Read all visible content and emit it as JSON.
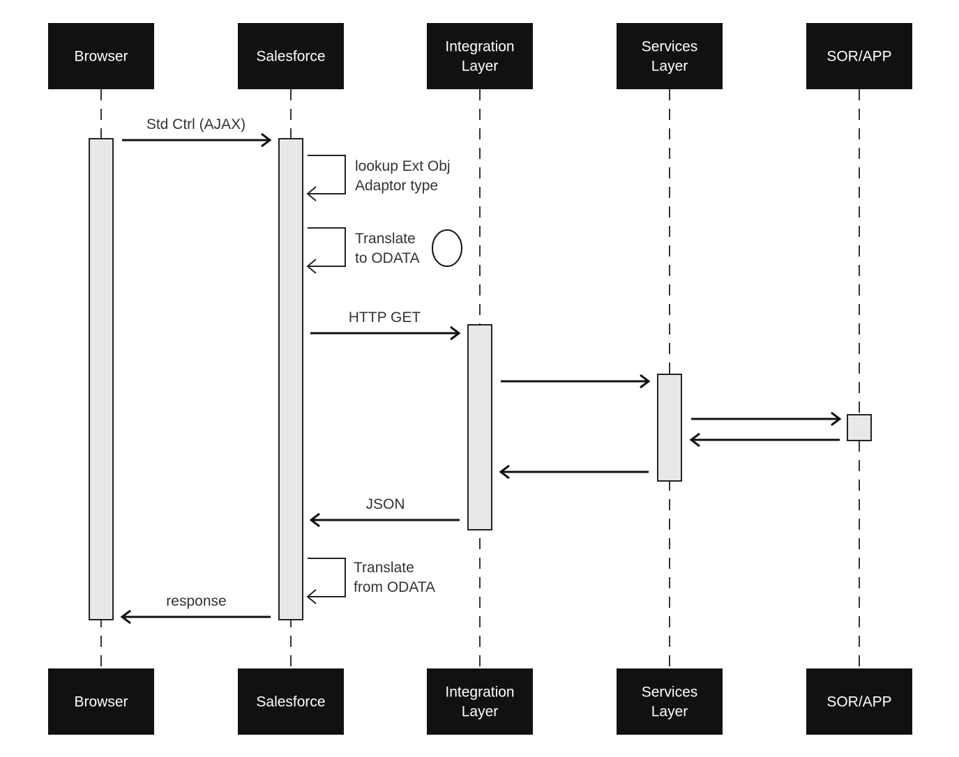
{
  "diagram": {
    "type": "sequence",
    "participants": [
      {
        "id": "browser",
        "label_lines": [
          "Browser"
        ]
      },
      {
        "id": "salesforce",
        "label_lines": [
          "Salesforce"
        ]
      },
      {
        "id": "integration",
        "label_lines": [
          "Integration",
          "Layer"
        ]
      },
      {
        "id": "services",
        "label_lines": [
          "Services",
          "Layer"
        ]
      },
      {
        "id": "sor",
        "label_lines": [
          "SOR/APP"
        ]
      }
    ],
    "messages": [
      {
        "from": "browser",
        "to": "salesforce",
        "label_lines": [
          "Std Ctrl (AJAX)"
        ],
        "kind": "call"
      },
      {
        "from": "salesforce",
        "to": "salesforce",
        "label_lines": [
          "lookup Ext Obj",
          "Adaptor type"
        ],
        "kind": "self"
      },
      {
        "from": "salesforce",
        "to": "salesforce",
        "label_lines": [
          "Translate",
          "to ODATA"
        ],
        "kind": "self",
        "note_marker": "circle"
      },
      {
        "from": "salesforce",
        "to": "integration",
        "label_lines": [
          "HTTP GET"
        ],
        "kind": "call"
      },
      {
        "from": "integration",
        "to": "services",
        "label_lines": [],
        "kind": "call"
      },
      {
        "from": "services",
        "to": "sor",
        "label_lines": [],
        "kind": "call"
      },
      {
        "from": "sor",
        "to": "services",
        "label_lines": [],
        "kind": "return"
      },
      {
        "from": "services",
        "to": "integration",
        "label_lines": [],
        "kind": "return"
      },
      {
        "from": "integration",
        "to": "salesforce",
        "label_lines": [
          "JSON"
        ],
        "kind": "return"
      },
      {
        "from": "salesforce",
        "to": "salesforce",
        "label_lines": [
          "Translate",
          "from ODATA"
        ],
        "kind": "self"
      },
      {
        "from": "salesforce",
        "to": "browser",
        "label_lines": [
          "response"
        ],
        "kind": "return"
      }
    ],
    "colors": {
      "actor_fill": "#111111",
      "actor_text": "#ffffff",
      "activation_fill": "#e8e8e8",
      "line": "#111111",
      "text": "#333333"
    }
  }
}
